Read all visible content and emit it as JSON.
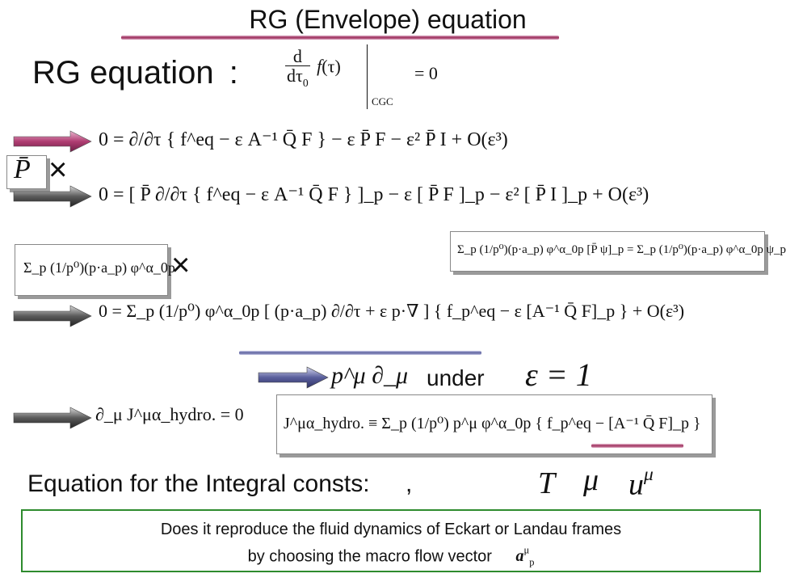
{
  "slide": {
    "title": "RG (Envelope) equation",
    "rg_label": "RG equation",
    "rg_colon": ":",
    "rg_eq": {
      "d": "d",
      "dtau": "dτ",
      "sub0": "0",
      "f": "f",
      "tau": "(τ)",
      "cgc": "CGC",
      "eq_zero": "= 0"
    },
    "line1": "0 = ∂/∂τ { f^eq − ε A⁻¹ Q̄ F } − ε P̄ F − ε² P̄ I + O(ε³)",
    "line2": "0 = [ P̄ ∂/∂τ { f^eq − ε A⁻¹ Q̄ F } ]_p − ε [ P̄ F ]_p − ε² [ P̄ I ]_p + O(ε³)",
    "pbar_label": "P̄",
    "times": "×",
    "sum_box": "Σ_p (1/p⁰)(p·a_p) φ^α_0p",
    "identity_box": "Σ_p (1/p⁰)(p·a_p) φ^α_0p [P̄ ψ]_p = Σ_p (1/p⁰)(p·a_p) φ^α_0p ψ_p",
    "line3": "0 = Σ_p (1/p⁰) φ^α_0p [ (p·a_p) ∂/∂τ + ε p·∇ ] { f_p^eq − ε [A⁻¹ Q̄ F]_p } + O(ε³)",
    "pmu_dmu": "p^μ ∂_μ",
    "under": "under",
    "eps_eq_1": "ε = 1",
    "conservation": "∂_μ J^μα_hydro. = 0",
    "current_def": "J^μα_hydro. ≡ Σ_p (1/p⁰) p^μ φ^α_0p { f_p^eq − [A⁻¹ Q̄ F]_p }",
    "integral_label": "Equation for the Integral consts:",
    "comma": ",",
    "var_T": "T",
    "var_mu": "μ",
    "var_u": "u",
    "var_u_sup": "μ",
    "question_line1": "Does it reproduce the fluid dynamics of Eckart or Landau frames",
    "question_line2": "by choosing the macro flow vector",
    "question_vec": "a",
    "question_vec_sup": "μ",
    "question_vec_sub": "p"
  },
  "colors": {
    "accent_bar": "#9b2d5a",
    "title_bar": "#b04a7a",
    "blue_arrow": "#5a5f9c",
    "dark_arrow": "#3a3a3a",
    "pink_arrow": "#c04a80",
    "green_border": "#2e8b2e"
  }
}
